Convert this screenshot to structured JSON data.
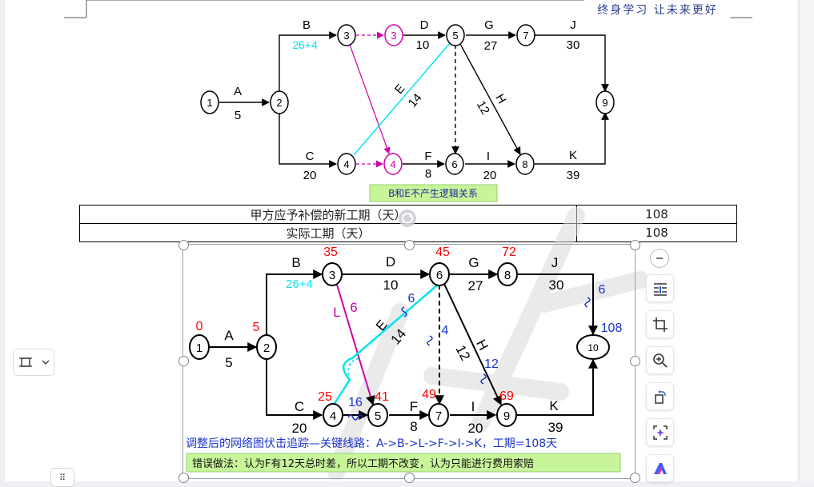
{
  "logo": {
    "text": "终身学习 让未来更好"
  },
  "diagram_top": {
    "nodes": [
      "1",
      "2",
      "3",
      "3",
      "4",
      "4",
      "5",
      "6",
      "7",
      "8",
      "9"
    ],
    "activities": {
      "A": {
        "name": "A",
        "dur": "5"
      },
      "B": {
        "name": "B",
        "dur": "26+4"
      },
      "C": {
        "name": "C",
        "dur": "20"
      },
      "D": {
        "name": "D",
        "dur": "10"
      },
      "E": {
        "name": "E",
        "dur": "14"
      },
      "F": {
        "name": "F",
        "dur": "8"
      },
      "G": {
        "name": "G",
        "dur": "27"
      },
      "H": {
        "name": "H",
        "dur": "12"
      },
      "I": {
        "name": "I",
        "dur": "20"
      },
      "J": {
        "name": "J",
        "dur": "30"
      },
      "K": {
        "name": "K",
        "dur": "39"
      }
    },
    "note": "B和E不产生逻辑关系"
  },
  "table": {
    "rows": [
      {
        "label": "甲方应予补偿的新工期（天）",
        "value": "108"
      },
      {
        "label": "实际工期（天）",
        "value": "108"
      }
    ]
  },
  "diagram_bottom": {
    "nodes": [
      "1",
      "2",
      "3",
      "4",
      "5",
      "6",
      "7",
      "8",
      "9",
      "10"
    ],
    "early_times": {
      "n1": "0",
      "n2": "5",
      "n3": "35",
      "n4": "25",
      "n5": "41",
      "n6": "45",
      "n7": "49",
      "n8": "72",
      "n9": "69",
      "n10": "108"
    },
    "activities": {
      "A": {
        "name": "A",
        "dur": "5"
      },
      "B": {
        "name": "B",
        "dur": "26+4"
      },
      "C": {
        "name": "C",
        "dur": "20"
      },
      "D": {
        "name": "D",
        "dur": "10"
      },
      "E": {
        "name": "E",
        "dur": "14"
      },
      "F": {
        "name": "F",
        "dur": "8"
      },
      "G": {
        "name": "G",
        "dur": "27"
      },
      "H": {
        "name": "H",
        "dur": "12"
      },
      "I": {
        "name": "I",
        "dur": "20"
      },
      "J": {
        "name": "J",
        "dur": "30"
      },
      "K": {
        "name": "K",
        "dur": "39"
      },
      "L": {
        "name": "L",
        "dur": "6"
      }
    },
    "floats": {
      "f45": "16",
      "fE": "6",
      "f67": "4",
      "fH": "12",
      "fJ": "6"
    },
    "critical_path_text": "调整后的网络图伏击追踪—关键线路：A->B->L->F->I->K，工期=108天",
    "wrong_method_text": "错误做法：认为F有12天总时差，所以工期不改变，认为只能进行费用索赔"
  },
  "toolbar": {
    "icons": [
      "minus-icon",
      "text-wrap-icon",
      "crop-icon",
      "zoom-in-icon",
      "rotate-icon",
      "ocr-scan-icon",
      "ai-icon"
    ]
  },
  "colors": {
    "magenta": "#cc00aa",
    "cyan": "#00e5f0",
    "red": "#ff0000",
    "blue": "#1a33cc",
    "note_bg": "#c9f59a"
  }
}
